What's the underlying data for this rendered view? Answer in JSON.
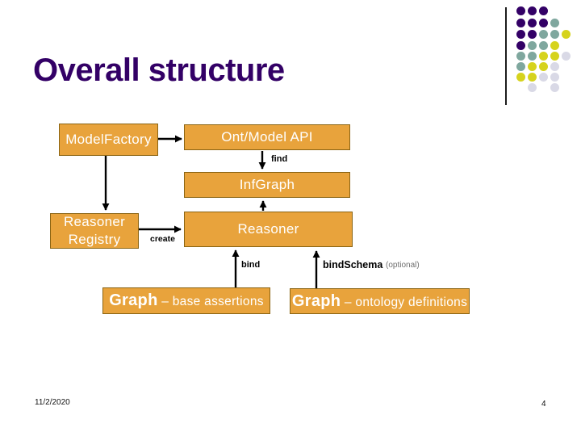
{
  "slide": {
    "title": "Overall structure",
    "footer": {
      "date": "11/2/2020",
      "page_number": "4"
    }
  },
  "diagram": {
    "boxes": {
      "model_factory": {
        "label": "ModelFactory"
      },
      "ont_model_api": {
        "label": "Ont/Model API"
      },
      "inf_graph": {
        "label": "InfGraph"
      },
      "reasoner_registry": {
        "line1": "Reasoner",
        "line2": "Registry"
      },
      "reasoner": {
        "label": "Reasoner"
      },
      "graph_base": {
        "label_main": "Graph",
        "label_rest": " – base assertions"
      },
      "graph_ontology": {
        "label_main": "Graph",
        "label_rest": " – ontology definitions"
      }
    },
    "edge_labels": {
      "find": "find",
      "create": "create",
      "bind": "bind",
      "bind_schema": "bindSchema",
      "optional": "(optional)"
    },
    "colors": {
      "box_fill": "#E8A33C",
      "box_border": "#8A6413",
      "box_text": "#FFFFFF",
      "arrow": "#000000",
      "title": "#330066"
    }
  },
  "decor": {
    "dots": {
      "colors": {
        "P": "#330066",
        "T": "#7FA79E",
        "Y": "#D6D31D",
        "G": "#D9D9E6"
      },
      "col_x": [
        645,
        659,
        673,
        687,
        701
      ],
      "row_y": [
        13,
        28,
        42,
        56,
        69,
        82,
        95,
        108
      ],
      "size": 11,
      "grid": [
        [
          "P",
          "P",
          "P",
          null,
          null
        ],
        [
          "P",
          "P",
          "P",
          "T",
          null
        ],
        [
          "P",
          "P",
          "T",
          "T",
          "Y"
        ],
        [
          "P",
          "T",
          "T",
          "Y",
          null
        ],
        [
          "T",
          "T",
          "Y",
          "Y",
          "G"
        ],
        [
          "T",
          "Y",
          "Y",
          "G",
          null
        ],
        [
          "Y",
          "Y",
          "G",
          "G",
          null
        ],
        [
          null,
          "G",
          null,
          "G",
          null
        ]
      ]
    }
  }
}
